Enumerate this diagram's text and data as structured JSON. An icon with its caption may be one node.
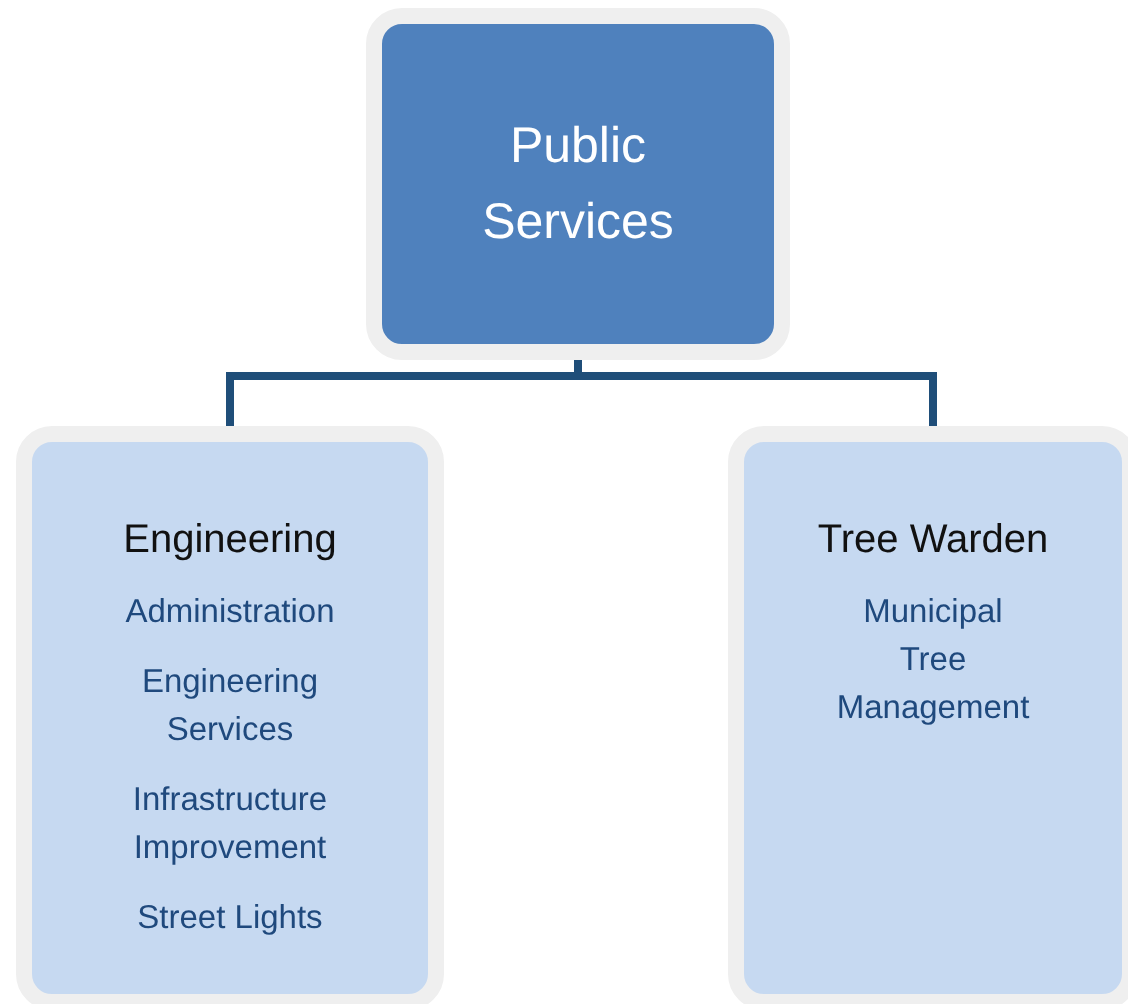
{
  "diagram": {
    "nodes": [
      {
        "text": [
          "Public Services"
        ]
      },
      {
        "text": [
          "Engineering",
          "Administration",
          "Engineering Services",
          "Infrastructure Improvement",
          "Street Lights"
        ]
      },
      {
        "text": [
          "Tree Warden",
          "Municipal Tree Management"
        ]
      }
    ],
    "edges": [
      {
        "from": 0,
        "to": 1,
        "arrow": "none"
      },
      {
        "from": 0,
        "to": 2,
        "arrow": "none"
      }
    ]
  }
}
